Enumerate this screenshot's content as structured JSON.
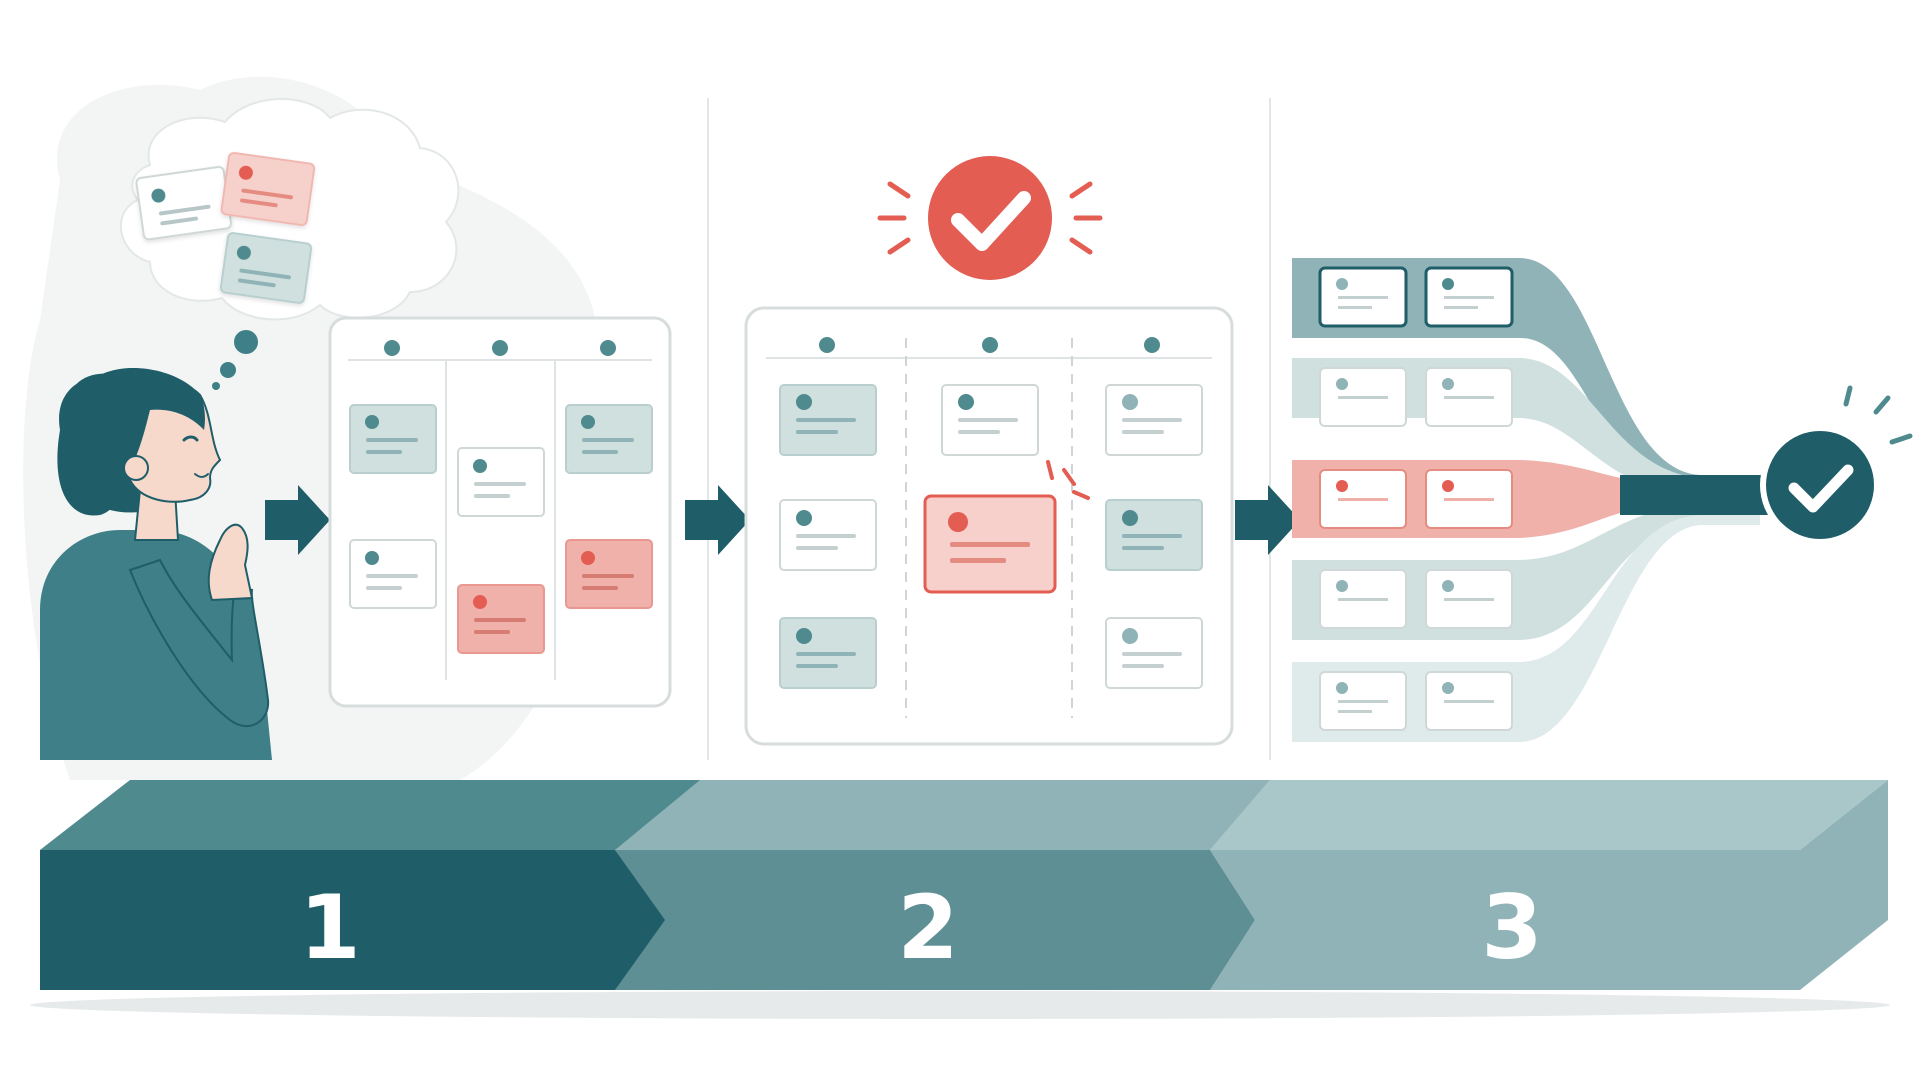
{
  "steps": [
    {
      "number": "1"
    },
    {
      "number": "2"
    },
    {
      "number": "3"
    }
  ],
  "colors": {
    "teal_dark": "#1f5e69",
    "teal_mid": "#3f7f87",
    "teal_soft": "#8fb3b7",
    "teal_pale": "#cfe0df",
    "coral": "#e35d52",
    "coral_soft": "#f0b1ab",
    "gray_line": "#d7dcdc",
    "bubble": "#eef1f1"
  },
  "icons": [
    "thought-bubble-icon",
    "person-thinking-icon",
    "arrow-right-icon",
    "kanban-board-icon",
    "check-circle-icon",
    "funnel-merge-icon"
  ]
}
